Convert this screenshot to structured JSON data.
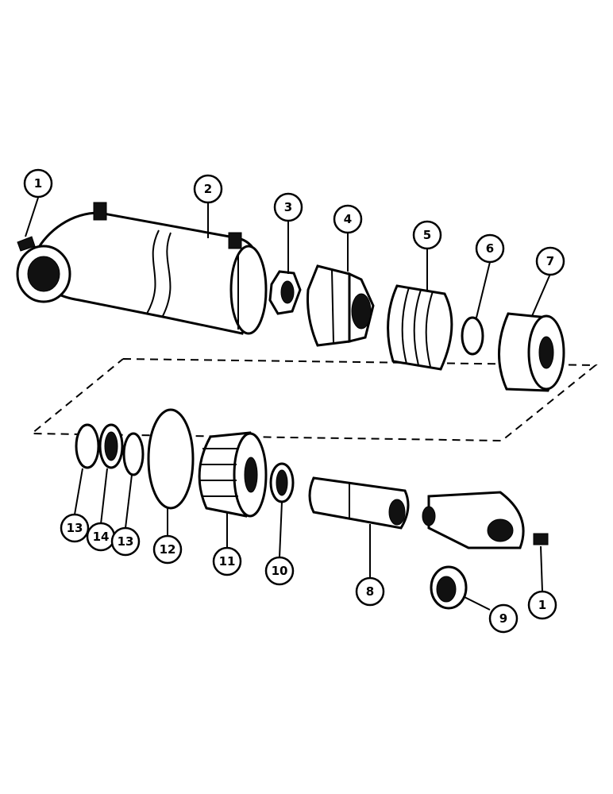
{
  "callouts": [
    {
      "id": "c1a",
      "label": "1"
    },
    {
      "id": "c2",
      "label": "2"
    },
    {
      "id": "c3",
      "label": "3"
    },
    {
      "id": "c4",
      "label": "4"
    },
    {
      "id": "c5",
      "label": "5"
    },
    {
      "id": "c6",
      "label": "6"
    },
    {
      "id": "c7",
      "label": "7"
    },
    {
      "id": "c13a",
      "label": "13"
    },
    {
      "id": "c14",
      "label": "14"
    },
    {
      "id": "c13b",
      "label": "13"
    },
    {
      "id": "c12",
      "label": "12"
    },
    {
      "id": "c11",
      "label": "11"
    },
    {
      "id": "c10",
      "label": "10"
    },
    {
      "id": "c8",
      "label": "8"
    },
    {
      "id": "c9",
      "label": "9"
    },
    {
      "id": "c1b",
      "label": "1"
    }
  ]
}
